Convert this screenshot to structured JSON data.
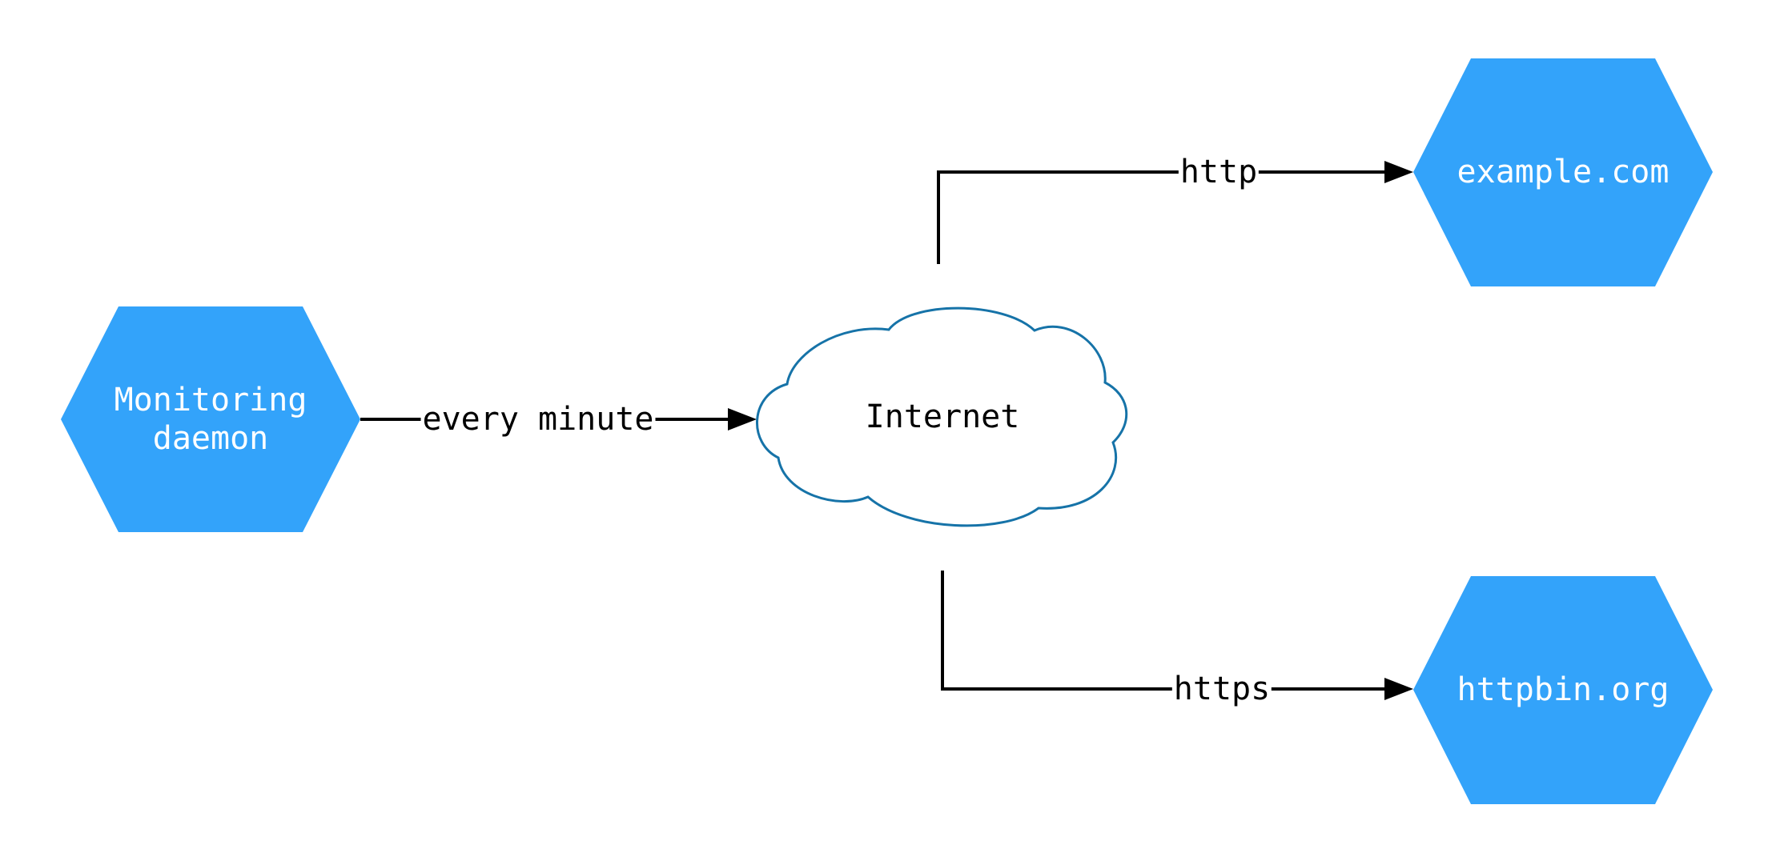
{
  "diagram": {
    "type": "flowchart",
    "background": "#ffffff",
    "nodes": {
      "monitoring_daemon": {
        "label": "Monitoring\ndaemon",
        "shape": "hexagon"
      },
      "internet": {
        "label": "Internet",
        "shape": "cloud"
      },
      "example_com": {
        "label": "example.com",
        "shape": "hexagon"
      },
      "httpbin_org": {
        "label": "httpbin.org",
        "shape": "hexagon"
      }
    },
    "edges": [
      {
        "from": "Monitoring daemon",
        "to": "Internet",
        "label": "every minute"
      },
      {
        "from": "Internet",
        "to": "example.com",
        "label": "http"
      },
      {
        "from": "Internet",
        "to": "httpbin.org",
        "label": "https"
      }
    ],
    "colors": {
      "hexagon_fill": "#33a3fa",
      "hexagon_text": "#ffffff",
      "cloud_stroke": "#1673a8",
      "cloud_fill": "#ffffff",
      "edge_stroke": "#000000",
      "edge_label_text": "#000000"
    }
  }
}
